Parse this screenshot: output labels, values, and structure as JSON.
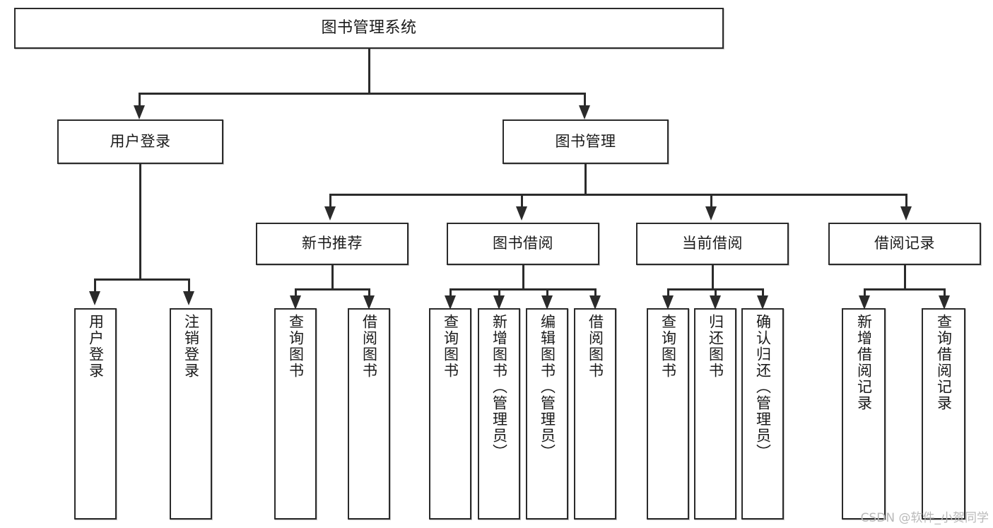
{
  "diagram": {
    "title": "图书管理系统",
    "watermark": "CSDN @软件_小贺同学",
    "accent_color": "#2b2b2b",
    "background_color": "#ffffff",
    "levels": {
      "root": "图书管理系统",
      "level2": [
        "用户登录",
        "图书管理"
      ],
      "level3": [
        "新书推荐",
        "图书借阅",
        "当前借阅",
        "借阅记录"
      ]
    },
    "nodes": {
      "root": {
        "label": "图书管理系统"
      },
      "user_login": {
        "label": "用户登录"
      },
      "book_manage": {
        "label": "图书管理"
      },
      "new_book_rec": {
        "label": "新书推荐"
      },
      "book_borrow": {
        "label": "图书借阅"
      },
      "current_borrow": {
        "label": "当前借阅"
      },
      "borrow_record": {
        "label": "借阅记录"
      },
      "leaf_user_login": {
        "label": "用户登录"
      },
      "leaf_logout": {
        "label": "注销登录"
      },
      "leaf_query_book_1": {
        "label": "查询图书"
      },
      "leaf_borrow_book_1": {
        "label": "借阅图书"
      },
      "leaf_query_book_2": {
        "label": "查询图书"
      },
      "leaf_add_book": {
        "label": "新增图书（管理员）"
      },
      "leaf_edit_book": {
        "label": "编辑图书（管理员）"
      },
      "leaf_borrow_book_2": {
        "label": "借阅图书"
      },
      "leaf_query_book_3": {
        "label": "查询图书"
      },
      "leaf_return_book": {
        "label": "归还图书"
      },
      "leaf_confirm_return": {
        "label": "确认归还（管理员）"
      },
      "leaf_add_record": {
        "label": "新增借阅记录"
      },
      "leaf_query_record": {
        "label": "查询借阅记录"
      }
    }
  }
}
